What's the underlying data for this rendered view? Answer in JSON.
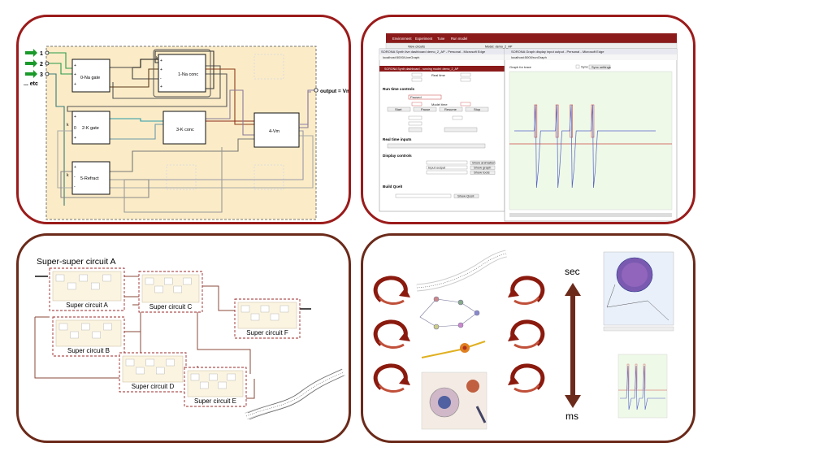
{
  "circuit": {
    "inputs": [
      "1",
      "2",
      "3"
    ],
    "more_label": "... etc",
    "output_label": "output = Vm",
    "blocks": {
      "na_gate": "0-Na gate",
      "na_conc": "1-Na conc",
      "k_gate": "2-K gate",
      "k_conc": "3-K conc",
      "vm": "4-Vm",
      "refract": "5-Refract"
    },
    "k_labels": [
      "k",
      "k",
      "k"
    ]
  },
  "dashboard": {
    "menu": [
      "Environment",
      "Experiment",
      "Tune",
      "Run model"
    ],
    "view_circuits": "View circuits",
    "model_label": "Model: demo_2_AP",
    "tab_title": "SORONA Synth live dashboard demo_2_AP - Personal - Microsoft Edge",
    "url": "localhost:5000/LiveGraph",
    "banner": "SORONA Synth dashboard - running model: demo_2_AP",
    "real_time_label": "Real time",
    "section_run": "Run time controls",
    "status_value": "Paused",
    "model_time_label": "Model time",
    "buttons_run": [
      "Start",
      "Pause",
      "Resume",
      "Stop"
    ],
    "section_inputs": "Real time inputs",
    "section_display": "Display controls",
    "display_buttons": [
      "Show animation",
      "Show graph",
      "Show tools"
    ],
    "input_option": "Input output",
    "section_qcell": "Build QcelI",
    "show_qcell": "Show QcelI",
    "graph_window_title": "SORONA Graph display input output - Personal - Microsoft Edge",
    "graph_url": "localhost:5000/runGraph",
    "graph_label": "Graph for trace",
    "sync_label": "Sync",
    "sync_settings": "Sync settings"
  },
  "hierarchy": {
    "title": "Super-super circuit A",
    "circuits": [
      "Super circuit A",
      "Super circuit B",
      "Super circuit C",
      "Super circuit D",
      "Super circuit E",
      "Super circuit F"
    ]
  },
  "scales": {
    "top_label": "sec",
    "bottom_label": "ms"
  },
  "colors": {
    "panel_border_red": "#9b1b1b",
    "panel_border_brown": "#6b2a1a",
    "circuit_bg": "#fbecc7",
    "arrow": "#8b1a0e",
    "menu_bar": "#8b1a1a",
    "graph_bg": "#eef9e8",
    "trace_blue": "#5560c8",
    "trace_red": "#d24a4a"
  },
  "chart_data": {
    "type": "line",
    "series": [
      {
        "values": [
          0,
          0,
          0,
          1,
          0,
          0,
          1,
          0,
          1,
          0,
          0,
          1,
          0,
          0
        ]
      }
    ]
  }
}
